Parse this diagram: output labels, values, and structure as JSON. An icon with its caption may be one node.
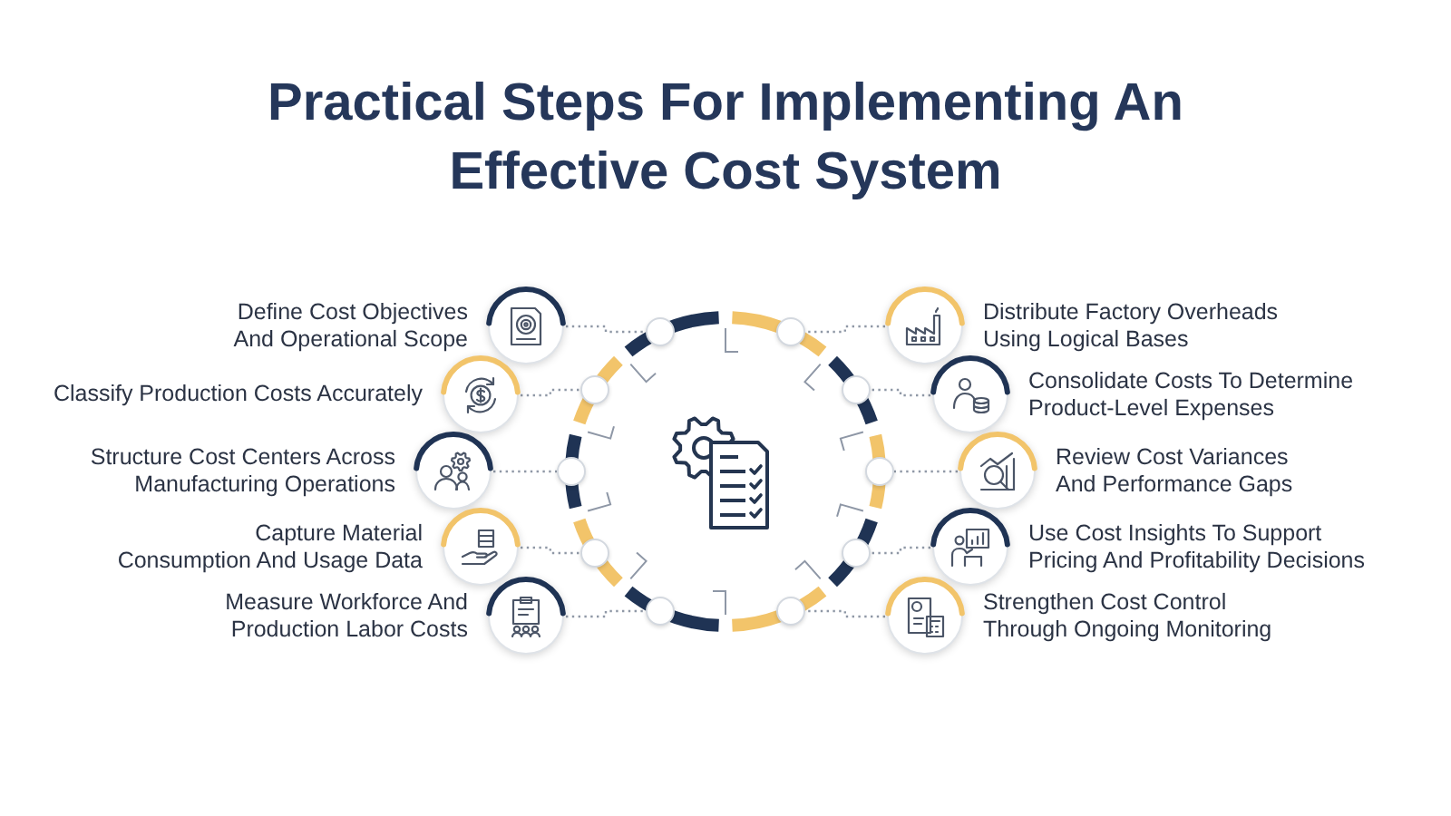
{
  "diagram": {
    "title": "Practical Steps For Implementing An Effective Cost System",
    "nodes": [
      {
        "text": [
          "Define Cost Objectives And Operational Scope"
        ]
      },
      {
        "text": [
          "Classify Production Costs Accurately"
        ]
      },
      {
        "text": [
          "Structure Cost Centers Across Manufacturing Operations"
        ]
      },
      {
        "text": [
          "Capture Material Consumption And Usage Data"
        ]
      },
      {
        "text": [
          "Measure Workforce And Production Labor Costs"
        ]
      },
      {
        "text": [
          "Distribute Factory Overheads Using Logical Bases"
        ]
      },
      {
        "text": [
          "Consolidate Costs To Determine Product-Level Expenses"
        ]
      },
      {
        "text": [
          "Review Cost Variances And Performance Gaps"
        ]
      },
      {
        "text": [
          "Use Cost Insights To Support Pricing And Profitability Decisions"
        ]
      },
      {
        "text": [
          "Strengthen Cost Control Through Ongoing Monitoring"
        ]
      },
      {
        "text": [],
        "shape": "circle"
      },
      {
        "text": [],
        "shape": "circle"
      },
      {
        "text": [],
        "shape": "circle"
      },
      {
        "text": [],
        "shape": "circle"
      },
      {
        "text": [],
        "shape": "circle"
      },
      {
        "text": [],
        "shape": "circle"
      },
      {
        "text": [],
        "shape": "circle"
      },
      {
        "text": [],
        "shape": "circle"
      },
      {
        "text": [],
        "shape": "circle"
      },
      {
        "text": [],
        "shape": "circle"
      }
    ],
    "edges": [
      {
        "from": 0,
        "to": 10,
        "arrow": "none",
        "style": "dashed"
      },
      {
        "from": 1,
        "to": 11,
        "arrow": "none",
        "style": "dashed"
      },
      {
        "from": 2,
        "to": 12,
        "arrow": "none",
        "style": "dashed"
      },
      {
        "from": 3,
        "to": 13,
        "arrow": "none",
        "style": "dashed"
      },
      {
        "from": 4,
        "to": 14,
        "arrow": "none",
        "style": "dashed"
      },
      {
        "from": 5,
        "to": 15,
        "arrow": "none",
        "style": "dashed"
      },
      {
        "from": 6,
        "to": 16,
        "arrow": "none",
        "style": "dashed"
      },
      {
        "from": 7,
        "to": 17,
        "arrow": "none",
        "style": "dashed"
      },
      {
        "from": 8,
        "to": 18,
        "arrow": "none",
        "style": "dashed"
      },
      {
        "from": 9,
        "to": 19,
        "arrow": "none",
        "style": "dashed"
      }
    ]
  }
}
